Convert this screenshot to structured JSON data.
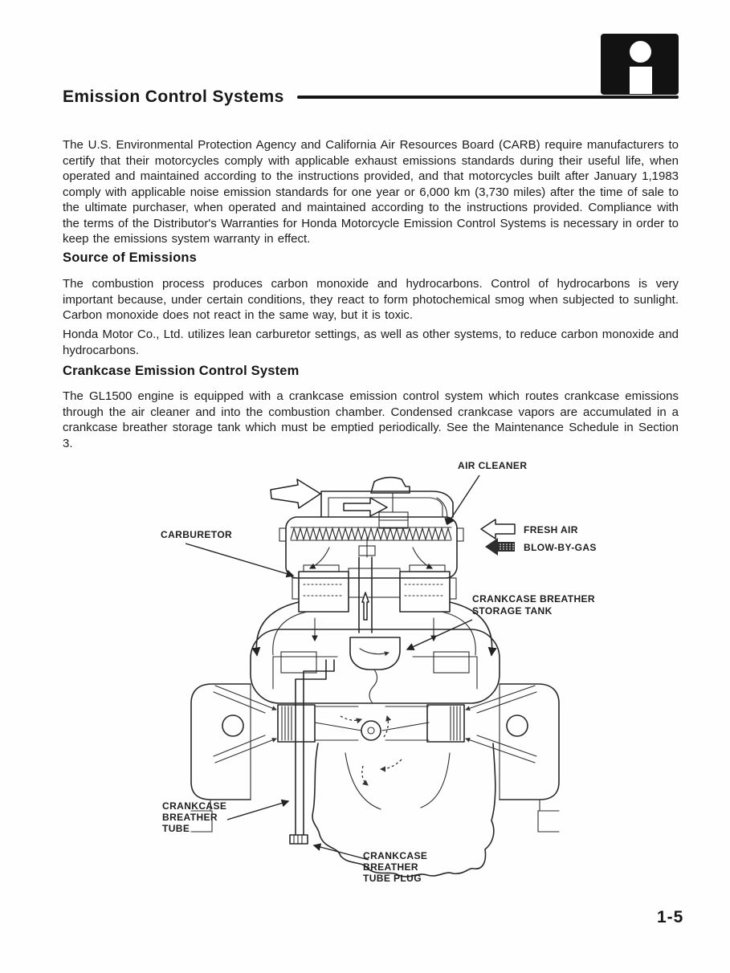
{
  "header": {
    "title": "Emission Control Systems",
    "info_icon_glyph": "i"
  },
  "intro": "The U.S. Environmental Protection Agency and California Air Resources Board (CARB) require manufacturers to certify that their motorcycles comply with applicable exhaust emissions standards during their useful life, when operated and maintained according to the instructions provided, and that motorcycles built after January 1,1983 comply with applicable noise emission standards for one year or 6,000 km (3,730 miles) after the time of sale to the ultimate purchaser, when operated and maintained according to the instructions provided. Compliance with the terms of the Distributor's Warranties for Honda Motorcycle Emission Control Systems is necessary in order to keep the emissions system warranty in effect.",
  "sections": [
    {
      "heading": "Source of Emissions",
      "paragraphs": [
        "The combustion process produces carbon monoxide and hydrocarbons. Control of hydrocarbons is very important because, under certain conditions, they react to form photochemical smog when subjected to sunlight. Carbon monoxide does not react in the same way, but it is toxic.",
        "Honda Motor Co., Ltd. utilizes lean carburetor settings, as well as other systems, to reduce carbon monoxide and hydrocarbons."
      ]
    },
    {
      "heading": "Crankcase Emission Control System",
      "paragraphs": [
        "The GL1500 engine is equipped with a crankcase emission control system which routes crankcase emissions through the air cleaner and into the combustion chamber. Condensed crankcase vapors are accumulated in a crankcase breather storage tank which must be emptied periodically. See the Maintenance Schedule in Section 3."
      ]
    }
  ],
  "diagram": {
    "labels": {
      "air_cleaner": "AIR CLEANER",
      "carburetor": "CARBURETOR",
      "fresh_air": "FRESH AIR",
      "blow_by_gas": "BLOW-BY-GAS",
      "storage_tank_1": "CRANKCASE BREATHER",
      "storage_tank_2": "STORAGE TANK",
      "breather_tube_1": "CRANKCASE",
      "breather_tube_2": "BREATHER",
      "breather_tube_3": "TUBE",
      "tube_plug_1": "CRANKCASE",
      "tube_plug_2": "BREATHER",
      "tube_plug_3": "TUBE PLUG"
    }
  },
  "page": {
    "number": "1-5"
  }
}
